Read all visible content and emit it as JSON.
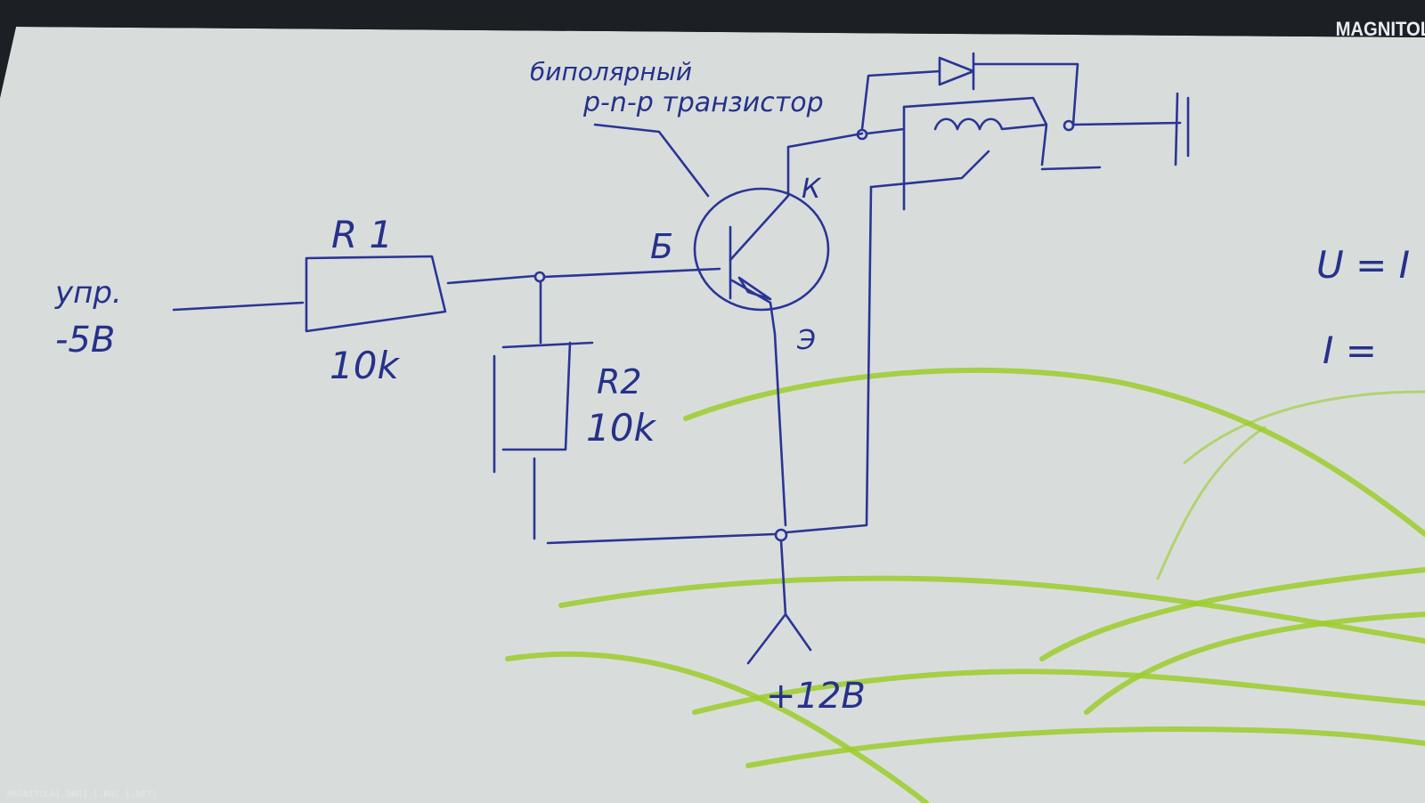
{
  "watermark": {
    "logo_text": "MAGNITOLA",
    "footer_text": "MAGNITOLA[.ORG] [.RU] [.NET]"
  },
  "diagram": {
    "labels": {
      "control_input": "упр.",
      "control_voltage": "-5В",
      "r1_name": "R 1",
      "r1_value": "10k",
      "r2_name": "R2",
      "r2_value": "10k",
      "transistor_note_line1": "биполярный",
      "transistor_note_line2": "p-n-p транзистор",
      "base_pin": "Б",
      "collector_pin": "К",
      "emitter_pin": "Э",
      "supply": "+12В",
      "side_note_u": "U = I",
      "side_note_i": "I ="
    }
  },
  "colors": {
    "paper": "#d9dede",
    "ink": "#2a3595",
    "crayon": "#9ccc2a",
    "background": "#1c1f24"
  }
}
